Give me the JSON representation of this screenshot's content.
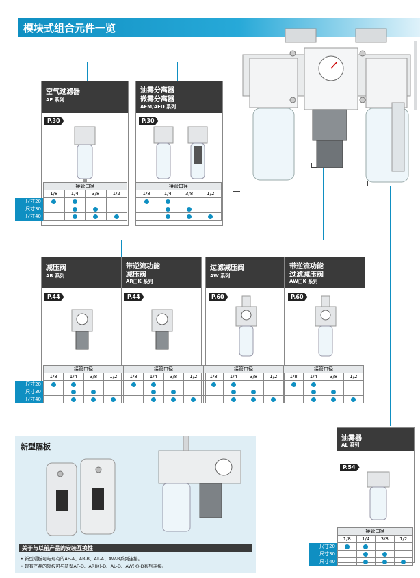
{
  "page_title": "模块式组合元件一览",
  "table_caption": "接管口径",
  "port_sizes": [
    "1/8",
    "1/4",
    "3/8",
    "1/2"
  ],
  "size_rows": [
    "尺寸20",
    "尺寸30",
    "尺寸40"
  ],
  "cards": [
    {
      "title": "空气过滤器",
      "series": "AF 系列",
      "page": "P.30",
      "rows": [
        [
          1,
          1,
          0,
          0
        ],
        [
          0,
          1,
          1,
          0
        ],
        [
          0,
          1,
          1,
          1
        ]
      ]
    },
    {
      "title": "油雾分离器",
      "title2": "微雾分离器",
      "series": "AFM/AFD 系列",
      "page": "P.30",
      "rows": [
        [
          1,
          1,
          0,
          0
        ],
        [
          0,
          1,
          1,
          0
        ],
        [
          0,
          1,
          1,
          1
        ]
      ]
    },
    {
      "title": "减压阀",
      "series": "AR 系列",
      "page": "P.44",
      "rows": [
        [
          1,
          1,
          0,
          0
        ],
        [
          0,
          1,
          1,
          0
        ],
        [
          0,
          1,
          1,
          1
        ]
      ]
    },
    {
      "title": "带逆流功能",
      "title2": "减压阀",
      "series": "AR□K 系列",
      "page": "P.44",
      "rows": [
        [
          1,
          1,
          0,
          0
        ],
        [
          0,
          1,
          1,
          0
        ],
        [
          0,
          1,
          1,
          1
        ]
      ]
    },
    {
      "title": "过滤减压阀",
      "series": "AW 系列",
      "page": "P.60",
      "rows": [
        [
          1,
          1,
          0,
          0
        ],
        [
          0,
          1,
          1,
          0
        ],
        [
          0,
          1,
          1,
          1
        ]
      ]
    },
    {
      "title": "带逆流功能",
      "title2": "过滤减压阀",
      "series": "AW□K 系列",
      "page": "P.60",
      "rows": [
        [
          1,
          1,
          0,
          0
        ],
        [
          0,
          1,
          1,
          0
        ],
        [
          0,
          1,
          1,
          1
        ]
      ]
    },
    {
      "title": "油雾器",
      "series": "AL 系列",
      "page": "P.54",
      "rows": [
        [
          1,
          1,
          0,
          0
        ],
        [
          0,
          1,
          1,
          0
        ],
        [
          0,
          1,
          1,
          1
        ]
      ]
    }
  ],
  "spacer": {
    "title": "新型隔板",
    "compat_title": "关于与以前产品的安装互换性",
    "note1": "• 新型隔板可与现有的AF-A、AR-B、AL-A、AW-B系列连接。",
    "note2": "• 现有产品的隔板可与新型AF-D、AR(K)-D、AL-D、AW(K)-D系列连接。"
  },
  "colors": {
    "accent": "#0f8fc2",
    "header": "#3a3a3a"
  }
}
